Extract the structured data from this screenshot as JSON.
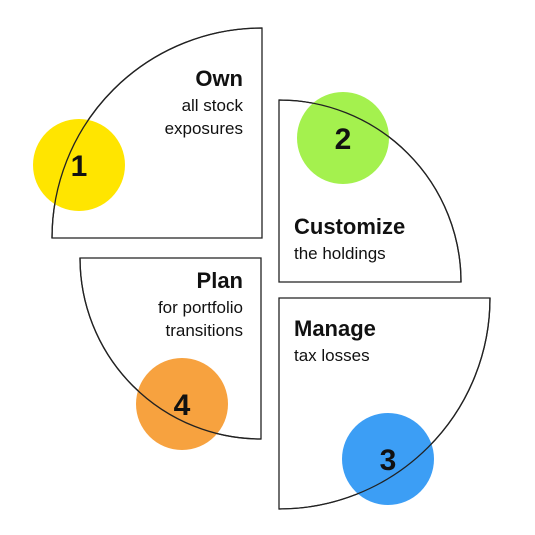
{
  "quadrants": [
    {
      "id": "own",
      "number": "1",
      "title": "Own",
      "subtitle_lines": [
        "all stock",
        "exposures"
      ],
      "circle_color": "#FFE500"
    },
    {
      "id": "customize",
      "number": "2",
      "title": "Customize",
      "subtitle_lines": [
        "the holdings"
      ],
      "circle_color": "#A4F14E"
    },
    {
      "id": "manage",
      "number": "3",
      "title": "Manage",
      "subtitle_lines": [
        "tax losses"
      ],
      "circle_color": "#3C9EF5"
    },
    {
      "id": "plan",
      "number": "4",
      "title": "Plan",
      "subtitle_lines": [
        "for portfolio",
        "transitions"
      ],
      "circle_color": "#F7A23F"
    }
  ]
}
